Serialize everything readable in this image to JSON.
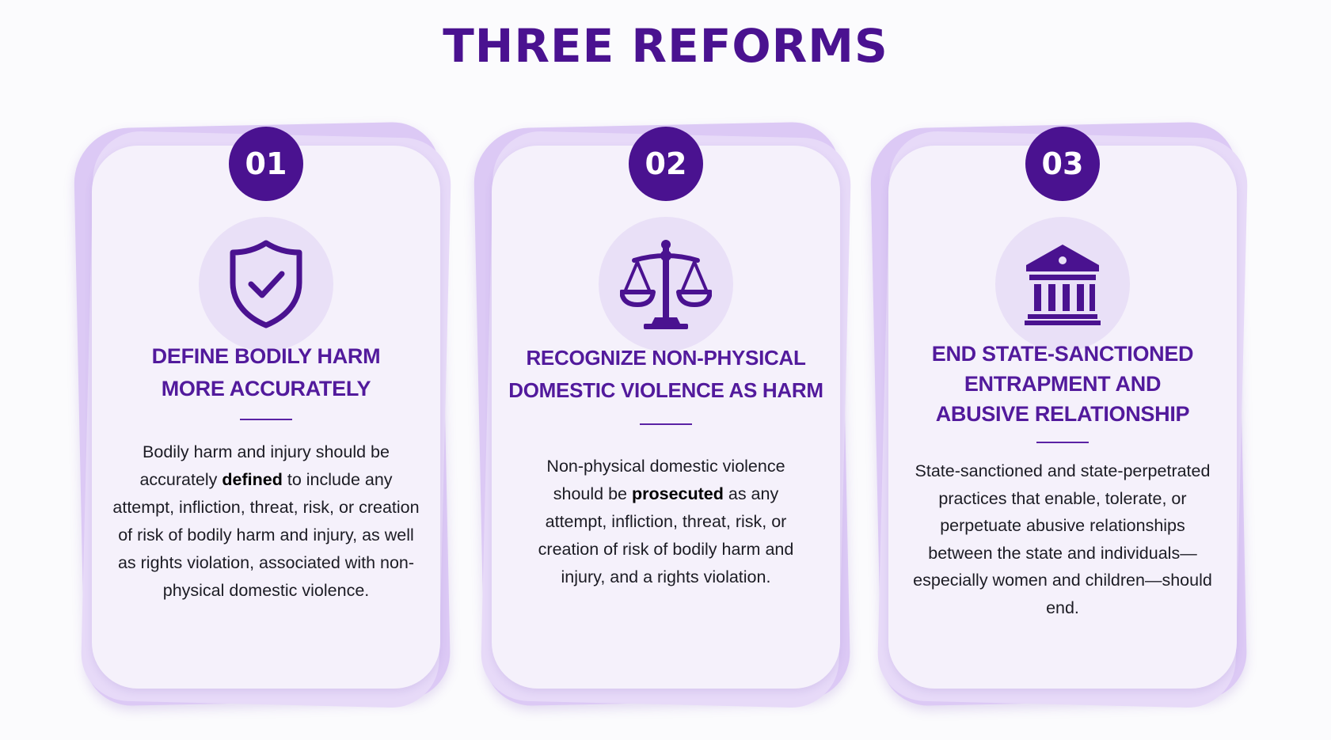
{
  "page": {
    "title": "THREE REFORMS",
    "accent_color": "#4a1290",
    "card_color": "#f5f1fb"
  },
  "cards": [
    {
      "number": "01",
      "icon": "shield-check-icon",
      "heading_line1": "DEFINE BODILY HARM",
      "heading_line2": "MORE ACCURATELY",
      "body_before": "Bodily harm and injury should be accurately",
      "body_bold": "defined",
      "body_after": "to include any attempt, infliction, threat, risk, or creation of risk of bodily harm and injury, as well as rights violation, associated with non-physical domestic violence."
    },
    {
      "number": "02",
      "icon": "scales-of-justice-icon",
      "heading_line1": "RECOGNIZE NON-PHYSICAL",
      "heading_line2": "DOMESTIC VIOLENCE AS HARM",
      "body_before": "Non-physical domestic violence should be",
      "body_bold": "prosecuted",
      "body_after": "as any attempt, infliction, threat, risk, or creation of risk of bodily harm and injury, and a rights violation."
    },
    {
      "number": "03",
      "icon": "courthouse-icon",
      "heading_line1": "END STATE-SANCTIONED",
      "heading_line2": "ENTRAPMENT AND",
      "heading_line3": "ABUSIVE RELATIONSHIP",
      "body": "State-sanctioned and state-perpetrated practices that enable, tolerate, or perpetuate abusive relationships between the state and individuals—especially women and children—should end."
    }
  ]
}
